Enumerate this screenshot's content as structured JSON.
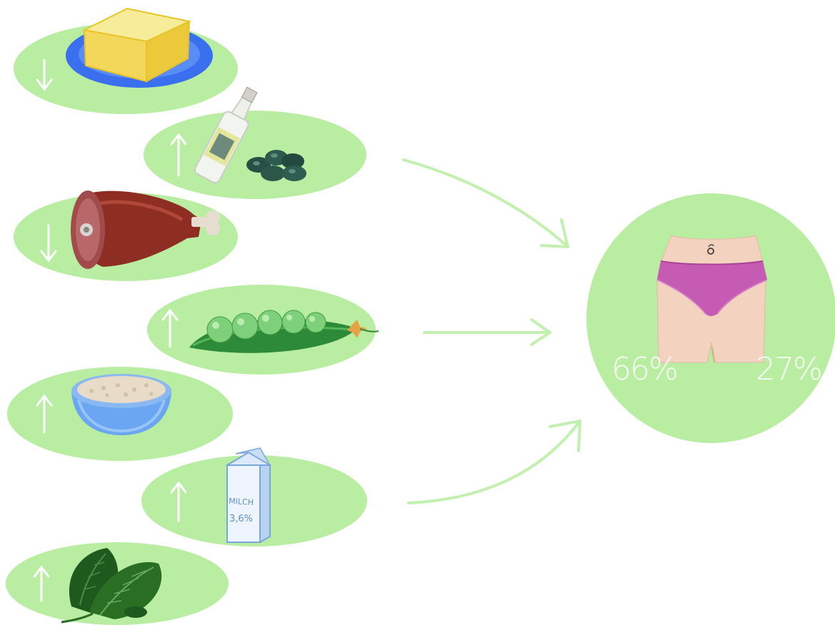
{
  "colors": {
    "background": "#ffffff",
    "bubble_green": "#b8eda2",
    "arrow_green": "#c2f0ae",
    "trend_arrow": "#ffffff",
    "underwear": "#c55bb3",
    "skin": "#f3d2bf"
  },
  "food_items": [
    {
      "food": "butter",
      "icon": "butter-icon",
      "trend": "down"
    },
    {
      "food": "olive-oil-and-olives",
      "icon": "olive-oil-icon",
      "trend": "up"
    },
    {
      "food": "ham",
      "icon": "ham-icon",
      "trend": "down"
    },
    {
      "food": "peas",
      "icon": "peas-icon",
      "trend": "up"
    },
    {
      "food": "porridge",
      "icon": "porridge-bowl-icon",
      "trend": "up"
    },
    {
      "food": "milk",
      "icon": "milk-carton-icon",
      "trend": "up"
    },
    {
      "food": "spinach",
      "icon": "spinach-icon",
      "trend": "up"
    }
  ],
  "milk_carton": {
    "label": "MILCH",
    "fat": "3,6%"
  },
  "result": {
    "icon": "hips-underwear-icon",
    "left_percent": "66%",
    "right_percent": "27%"
  }
}
